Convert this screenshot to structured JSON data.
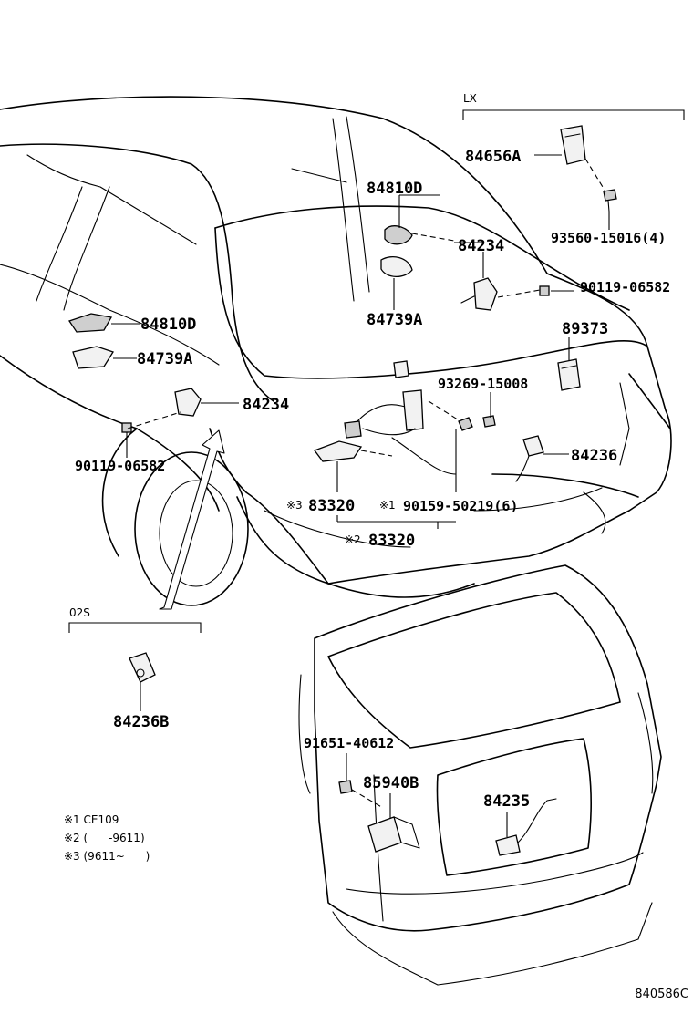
{
  "variants": {
    "lx": "LX",
    "o2s": "02S"
  },
  "parts": {
    "p84656A": "84656A",
    "p93560": "93560-15016(4)",
    "p84810D_center": "84810D",
    "p84234_center": "84234",
    "p90119_right": "90119-06582",
    "p84739A_center": "84739A",
    "p89373": "89373",
    "p84810D_left": "84810D",
    "p84739A_left": "84739A",
    "p84234_left": "84234",
    "p93269": "93269-15008",
    "p84236": "84236",
    "p90119_left": "90119-06582",
    "p83320_a": "83320",
    "p83320_b": "83320",
    "p90159": "90159-50219(6)",
    "p84236B": "84236B",
    "p91651": "91651-40612",
    "p85940B": "85940B",
    "p84235": "84235"
  },
  "marks": {
    "m3": "※3",
    "m1": "※1",
    "m2": "※2"
  },
  "notes": {
    "n1": "※1 CE109",
    "n2": "※2 (      -9611)",
    "n3": "※3 (9611~      )"
  },
  "figure_number": "840586C"
}
